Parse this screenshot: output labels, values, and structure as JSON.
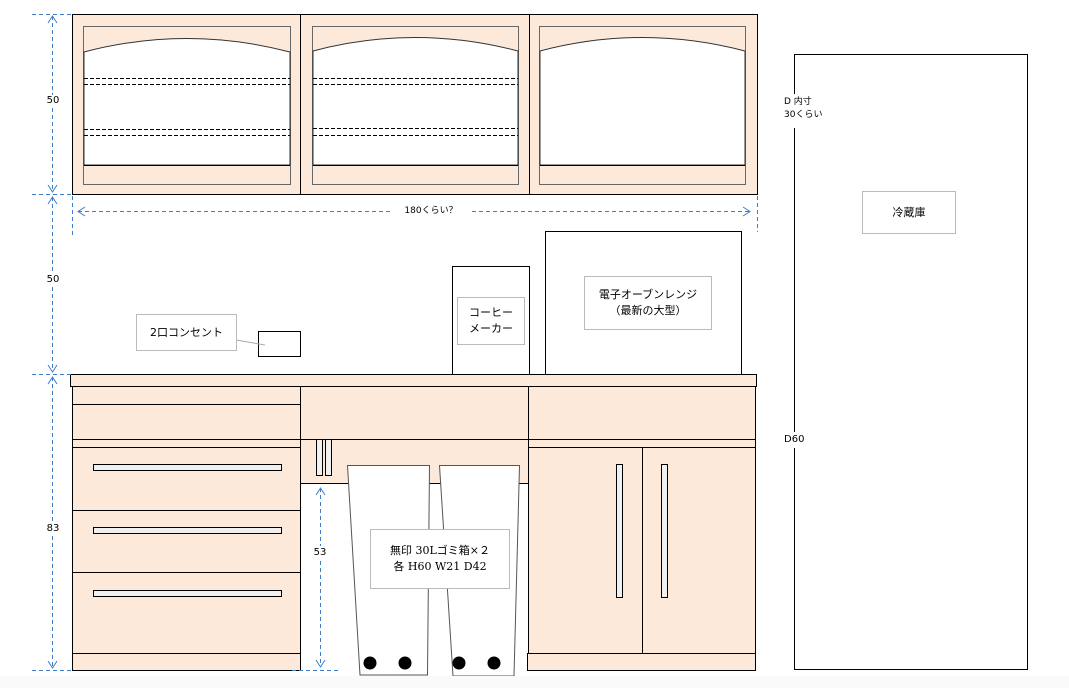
{
  "colors": {
    "wood": "#fde9da",
    "line": "#000000",
    "dim": "#3c7ec8",
    "handle": "#f0f0f0"
  },
  "dimensions": {
    "upper_height": "50",
    "wall_gap_height": "50",
    "base_height": "83",
    "width": "180くらい？",
    "bin_space_height": "53",
    "fridge_inner_depth_line1": "D 内寸",
    "fridge_inner_depth_line2": "30くらい",
    "fridge_depth": "D60"
  },
  "labels": {
    "outlet": "2口コンセント",
    "coffee_line1": "コーヒー",
    "coffee_line2": "メーカー",
    "oven_line1": "電子オーブンレンジ",
    "oven_line2": "（最新の大型）",
    "fridge": "冷蔵庫",
    "bins_line1": "無印 30Lゴミ箱×２",
    "bins_line2": "各 H60 W21 D42"
  }
}
